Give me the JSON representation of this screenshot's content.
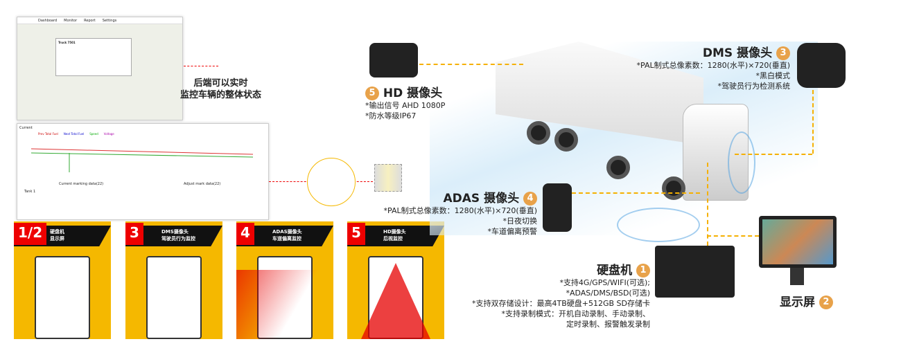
{
  "dashboard": {
    "tabs": [
      "Dashboard",
      "Monitor",
      "Report",
      "Settings"
    ],
    "popup_title": "Truck 7501",
    "chart_header": "Current",
    "legend": [
      "Prev Total Fuel",
      "Next Total Fuel",
      "Speed",
      "Voltage"
    ],
    "marking_title": "Current marking data(22)",
    "adjust_title": "Adjust mark data(22)",
    "tank_label": "Tank 1"
  },
  "note": {
    "line1": "后端可以实时",
    "line2": "监控车辆的整体状态"
  },
  "cards": [
    {
      "num": "1/2",
      "l1": "硬盘机",
      "l2": "显示屏"
    },
    {
      "num": "3",
      "l1": "DMS摄像头",
      "l2": "驾驶员行为监控"
    },
    {
      "num": "4",
      "l1": "ADAS摄像头",
      "l2": "车道偏离监控"
    },
    {
      "num": "5",
      "l1": "HD摄像头",
      "l2": "后视监控"
    }
  ],
  "hd": {
    "badge": "5",
    "title": "HD 摄像头",
    "specs": [
      "*输出信号 AHD 1080P",
      "*防水等级IP67"
    ]
  },
  "dms": {
    "badge": "3",
    "title": "DMS 摄像头",
    "specs": [
      "*PAL制式总像素数：1280(水平)×720(垂直)",
      "*黑白模式",
      "*驾驶员行为检测系统"
    ]
  },
  "adas": {
    "badge": "4",
    "title": "ADAS 摄像头",
    "specs": [
      "*PAL制式总像素数：1280(水平)×720(垂直)",
      "*日夜切换",
      "*车道偏离预警"
    ]
  },
  "dvr": {
    "badge": "1",
    "title": "硬盘机",
    "specs": [
      "*支持4G/GPS/WIFI(可选);",
      "*ADAS/DMS/BSD(可选)",
      "*支持双存储设计：最高4TB硬盘+512GB SD存储卡",
      "*支持录制模式：开机自动录制、手动录制、",
      "定时录制、报警触发录制"
    ]
  },
  "monitor": {
    "badge": "2",
    "title": "显示屏"
  },
  "colors": {
    "accent": "#f5b800",
    "red": "#e00000",
    "badge": "#e8a24a"
  }
}
